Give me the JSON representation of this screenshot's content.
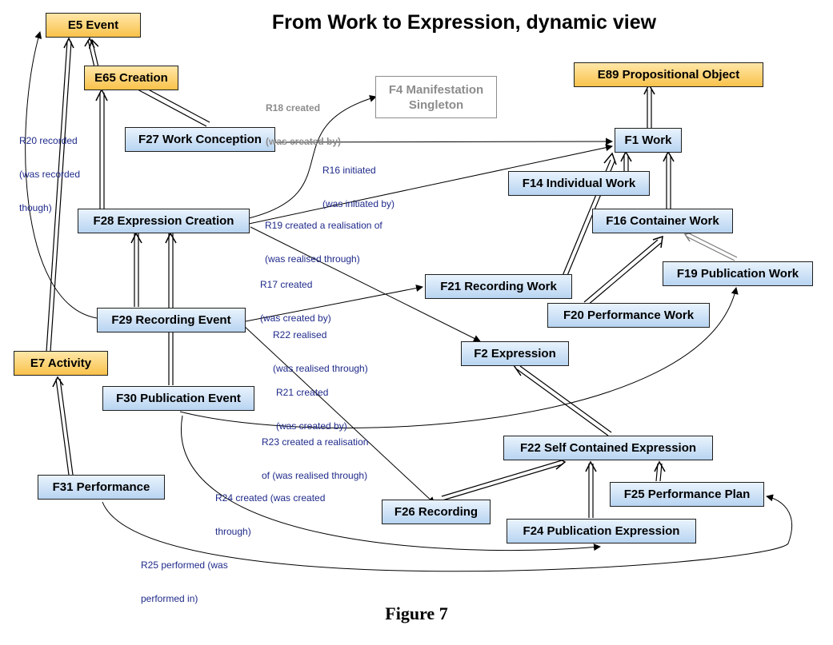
{
  "title": "From Work to Expression, dynamic view",
  "caption": "Figure 7",
  "nodes": {
    "e5": "E5 Event",
    "e65": "E65 Creation",
    "e89": "E89 Propositional Object",
    "f4_line1": "F4 Manifestation",
    "f4_line2": "Singleton",
    "f27": "F27 Work Conception",
    "f1": "F1 Work",
    "f14": "F14 Individual Work",
    "f28": "F28 Expression Creation",
    "f16": "F16 Container Work",
    "f19": "F19 Publication Work",
    "f21": "F21 Recording Work",
    "f20": "F20 Performance Work",
    "f29": "F29 Recording Event",
    "f2": "F2 Expression",
    "e7": "E7 Activity",
    "f30": "F30 Publication Event",
    "f22": "F22 Self Contained Expression",
    "f31": "F31 Performance",
    "f25": "F25 Performance Plan",
    "f26": "F26 Recording",
    "f24": "F24 Publication Expression"
  },
  "edge_labels": {
    "r18_1": "R18 created",
    "r18_2": "(was created by)",
    "r20_1": "R20 recorded",
    "r20_2": "(was recorded",
    "r20_3": "though)",
    "r16_1": "R16 initiated",
    "r16_2": "(was initiated by)",
    "r19_1": "R19 created a realisation of",
    "r19_2": "(was realised through)",
    "r17_1": "R17 created",
    "r17_2": "(was created by)",
    "r22_1": "R22 realised",
    "r22_2": "(was realised through)",
    "r21_1": "R21 created",
    "r21_2": "(was created by)",
    "r23_1": "R23 created a realisation",
    "r23_2": "of (was realised through)",
    "r24_1": "R24 created (was created",
    "r24_2": "through)",
    "r25_1": "R25 performed (was",
    "r25_2": "performed in)"
  },
  "colors": {
    "class_fill_blue": "#b8d4f1",
    "class_fill_orange": "#f9c24b",
    "relation_text": "#1f2a8a",
    "inactive_grey": "#8c8c8c"
  }
}
